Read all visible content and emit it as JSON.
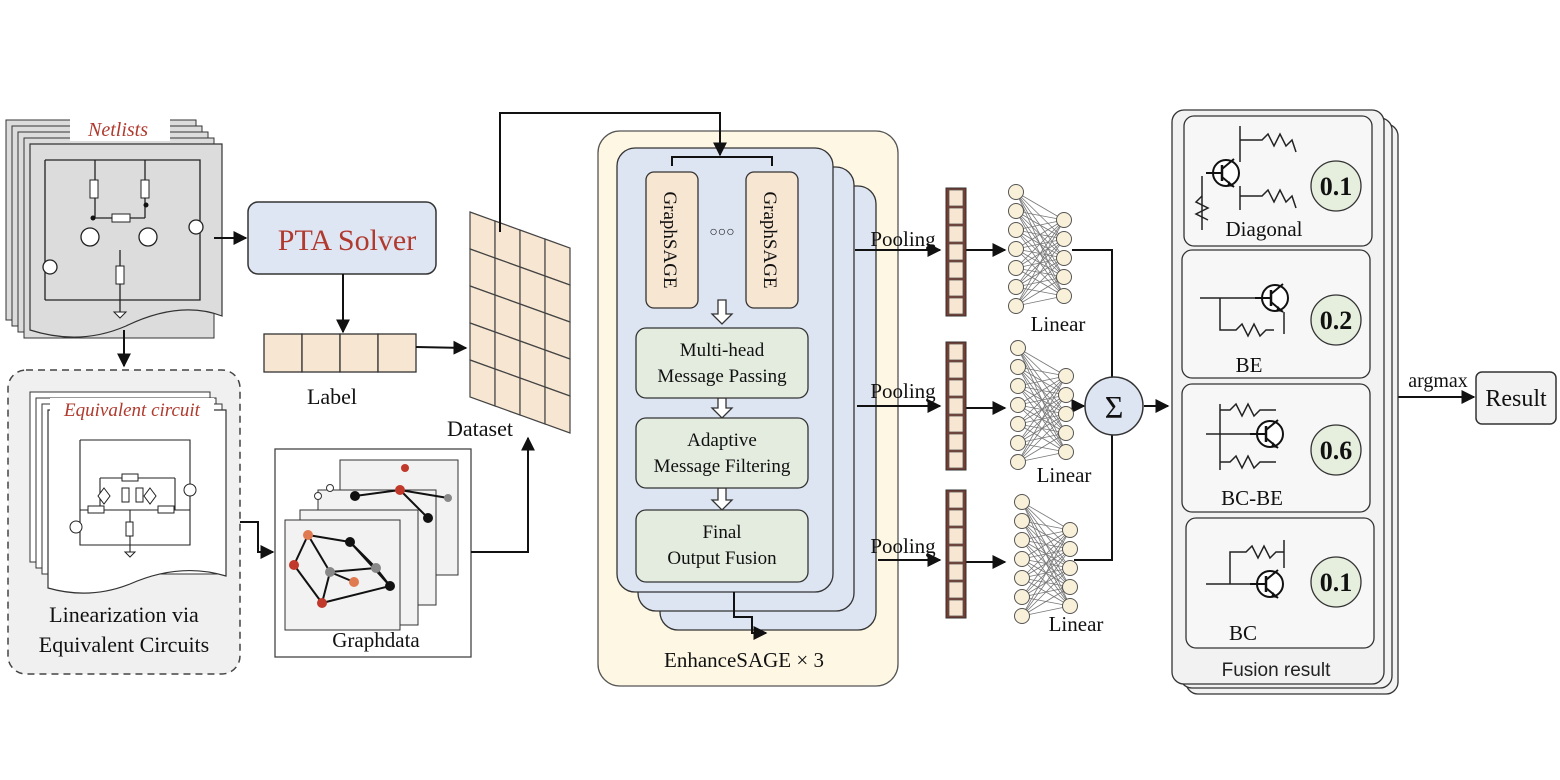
{
  "netlists": {
    "title": "Netlists"
  },
  "pta": {
    "label": "PTA Solver"
  },
  "label_block": {
    "caption": "Label"
  },
  "dataset": {
    "caption": "Dataset"
  },
  "equivalent": {
    "title": "Equivalent circuit",
    "caption_line1": "Linearization via",
    "caption_line2": "Equivalent Circuits"
  },
  "graphdata": {
    "caption": "Graphdata"
  },
  "enhancesage": {
    "graphsage_label": "GraphSAGE",
    "ellipsis": "○○○",
    "multihead_line1": "Multi-head",
    "multihead_line2": "Message Passing",
    "adaptive_line1": "Adaptive",
    "adaptive_line2": "Message Filtering",
    "final_line1": "Final",
    "final_line2": "Output Fusion",
    "caption": "EnhanceSAGE × 3"
  },
  "pooling_label": "Pooling",
  "linear_label": "Linear",
  "sum_symbol": "Σ",
  "argmax_label": "argmax",
  "result_label": "Result",
  "fusion": {
    "caption": "Fusion result",
    "items": [
      {
        "name": "Diagonal",
        "score": "0.1"
      },
      {
        "name": "BE",
        "score": "0.2"
      },
      {
        "name": "BC-BE",
        "score": "0.6"
      },
      {
        "name": "BC",
        "score": "0.1"
      }
    ]
  },
  "colors": {
    "accent_red": "#b03a2e",
    "pta_fill": "#dfe6f3",
    "cell_fill": "#f7e6d2",
    "sage_outer_fill": "#fdf7e3",
    "sage_card_fill": "#dde4f2",
    "module_fill": "#e4ecdf",
    "score_fill": "#e6eedd",
    "fusion_fill": "#f2f2f2"
  }
}
